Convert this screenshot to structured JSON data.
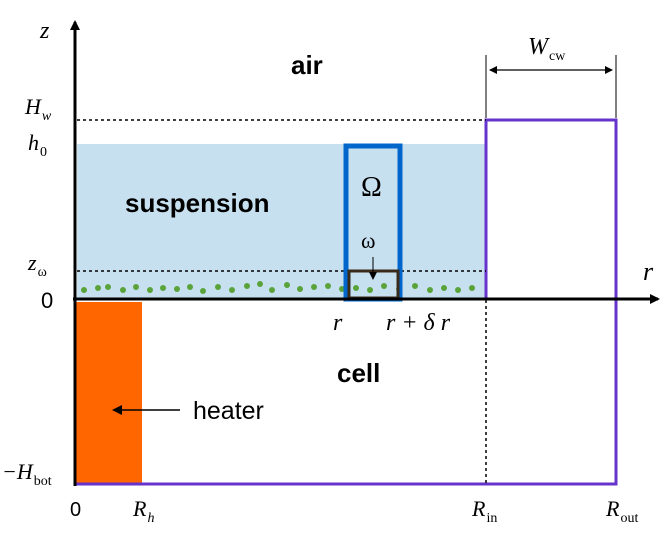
{
  "regions": {
    "air": "air",
    "suspension": "suspension",
    "cell": "cell",
    "heater": "heater"
  },
  "symbols": {
    "omega_upper": "Ω",
    "omega_lower": "ω"
  },
  "axes": {
    "z_label": "z",
    "r_label": "r"
  },
  "z_ticks": {
    "Hw_main": "H",
    "Hw_sub": "w",
    "h0_main": "h",
    "h0_sub": "0",
    "zomega_main": "z",
    "zomega_sub": "ω",
    "zero": "0",
    "Hbot_main": "−H",
    "Hbot_sub": "bot"
  },
  "r_ticks": {
    "zero": "0",
    "Rh_main": "R",
    "Rh_sub": "h",
    "Rin_main": "R",
    "Rin_sub": "in",
    "Rout_main": "R",
    "Rout_sub": "out",
    "r": "r",
    "r_plus_dr": "r + δ r"
  },
  "wall": {
    "Wcw_main": "W",
    "Wcw_sub": "cw"
  },
  "colors": {
    "suspension": "#c7e0f0",
    "heater": "#ff6600",
    "wall": "#6633cc",
    "omega_box": "#0066cc",
    "small_box": "#3a2a1a",
    "particles": "#5aa23a",
    "axis": "#000000"
  }
}
